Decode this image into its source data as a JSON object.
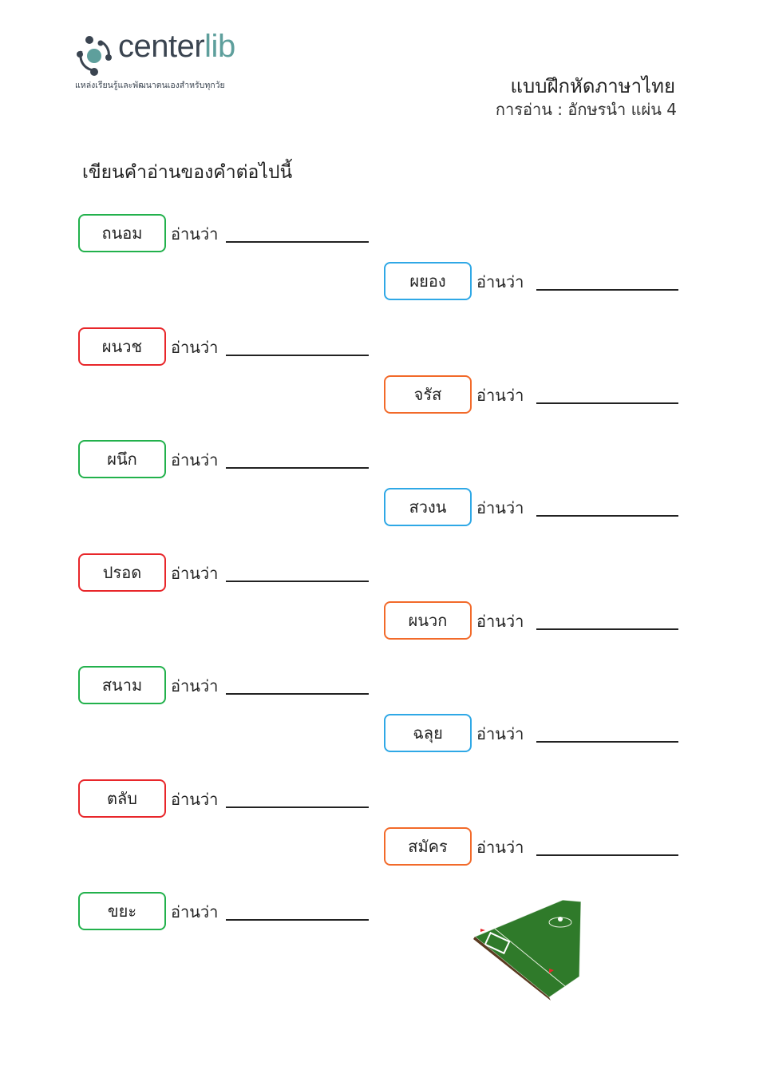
{
  "logo": {
    "name_main": "center",
    "name_accent": "lib",
    "tagline": "แหล่งเรียนรู้และพัฒนาตนเองสำหรับทุกวัย"
  },
  "header": {
    "title": "แบบฝึกหัดภาษาไทย",
    "subtitle": "การอ่าน : อักษรนำ แผ่น 4"
  },
  "instruction": "เขียนคำอ่านของคำต่อไปนี้",
  "read_as_label": "อ่านว่า",
  "colors": {
    "green": "#22b14c",
    "red": "#e8262a",
    "blue": "#2fa8e6",
    "orange": "#f26a2a"
  },
  "left_items": [
    {
      "word": "ถนอม",
      "color": "#22b14c"
    },
    {
      "word": "ผนวช",
      "color": "#e8262a"
    },
    {
      "word": "ผนึก",
      "color": "#22b14c"
    },
    {
      "word": "ปรอด",
      "color": "#e8262a"
    },
    {
      "word": "สนาม",
      "color": "#22b14c"
    },
    {
      "word": "ตลับ",
      "color": "#e8262a"
    },
    {
      "word": "ขยะ",
      "color": "#22b14c"
    }
  ],
  "right_items": [
    {
      "word": "ผยอง",
      "color": "#2fa8e6"
    },
    {
      "word": "จรัส",
      "color": "#f26a2a"
    },
    {
      "word": "สวงน",
      "color": "#2fa8e6"
    },
    {
      "word": "ผนวก",
      "color": "#f26a2a"
    },
    {
      "word": "ฉลุย",
      "color": "#2fa8e6"
    },
    {
      "word": "สมัคร",
      "color": "#f26a2a"
    }
  ]
}
